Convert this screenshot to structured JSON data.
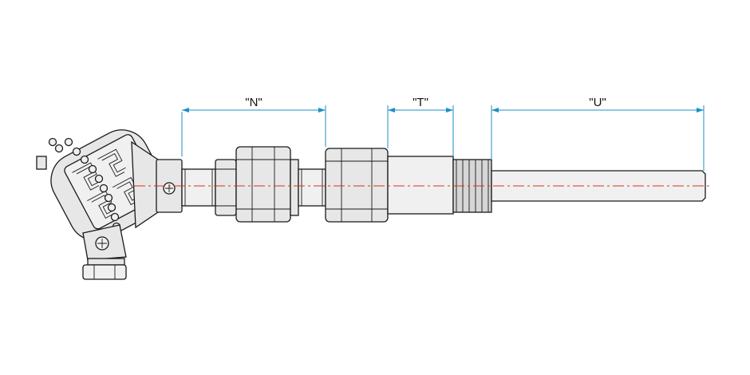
{
  "dimensions": {
    "n_label": "\"N\"",
    "t_label": "\"T\"",
    "u_label": "\"U\""
  },
  "colors": {
    "dimension_line": "#1d8fc6",
    "centerline": "#d9331f",
    "outline": "#1a1a1a",
    "fill": "#e7e7e7"
  }
}
